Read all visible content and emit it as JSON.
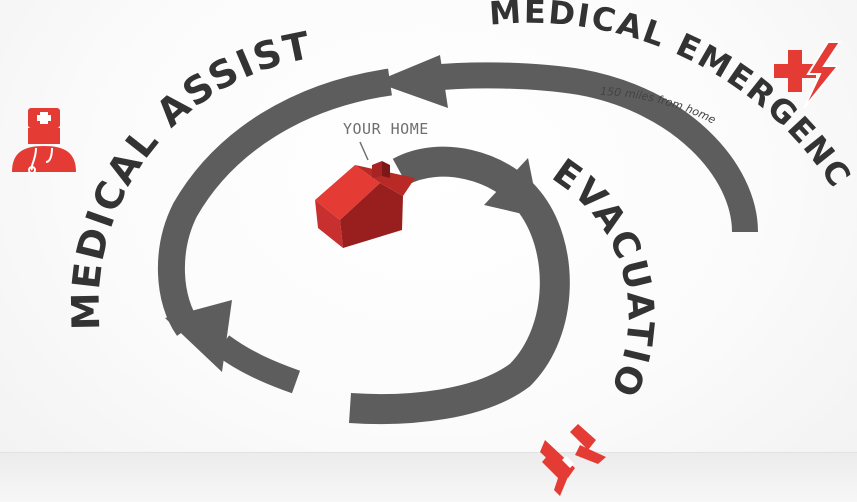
{
  "diagram": {
    "center_label": "YOUR HOME",
    "stages": [
      {
        "label": "MEDICAL ASSISTANCE",
        "icon": "doctor-icon"
      },
      {
        "label": "MEDICAL EMERGENCY",
        "sublabel": "150 miles from home",
        "icon": "medical-emergency-icon"
      },
      {
        "label": "EVACUATION",
        "icon": "airplane-icon"
      }
    ]
  },
  "colors": {
    "accent": "#e03a3a",
    "arrow": "#5d5d5d",
    "text": "#333333"
  }
}
